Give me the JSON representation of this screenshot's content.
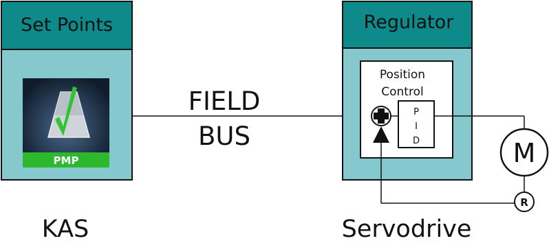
{
  "setpoints": {
    "title": "Set Points",
    "icon_label": "PMP",
    "caption": "KAS"
  },
  "fieldbus": {
    "line1": "FIELD",
    "line2": "BUS"
  },
  "regulator": {
    "title": "Regulator",
    "position_control_line1": "Position",
    "position_control_line2": "Control",
    "sum_symbol": "+",
    "pid_letters": [
      "P",
      "I",
      "D"
    ],
    "caption": "Servodrive"
  },
  "motor": {
    "label": "M"
  },
  "resolver": {
    "label": "R"
  },
  "colors": {
    "header_teal": "#0f8a8a",
    "body_teal": "#85c8cd",
    "icon_green": "#2eb82e",
    "icon_dark": "#1e3047",
    "line": "#111111"
  }
}
